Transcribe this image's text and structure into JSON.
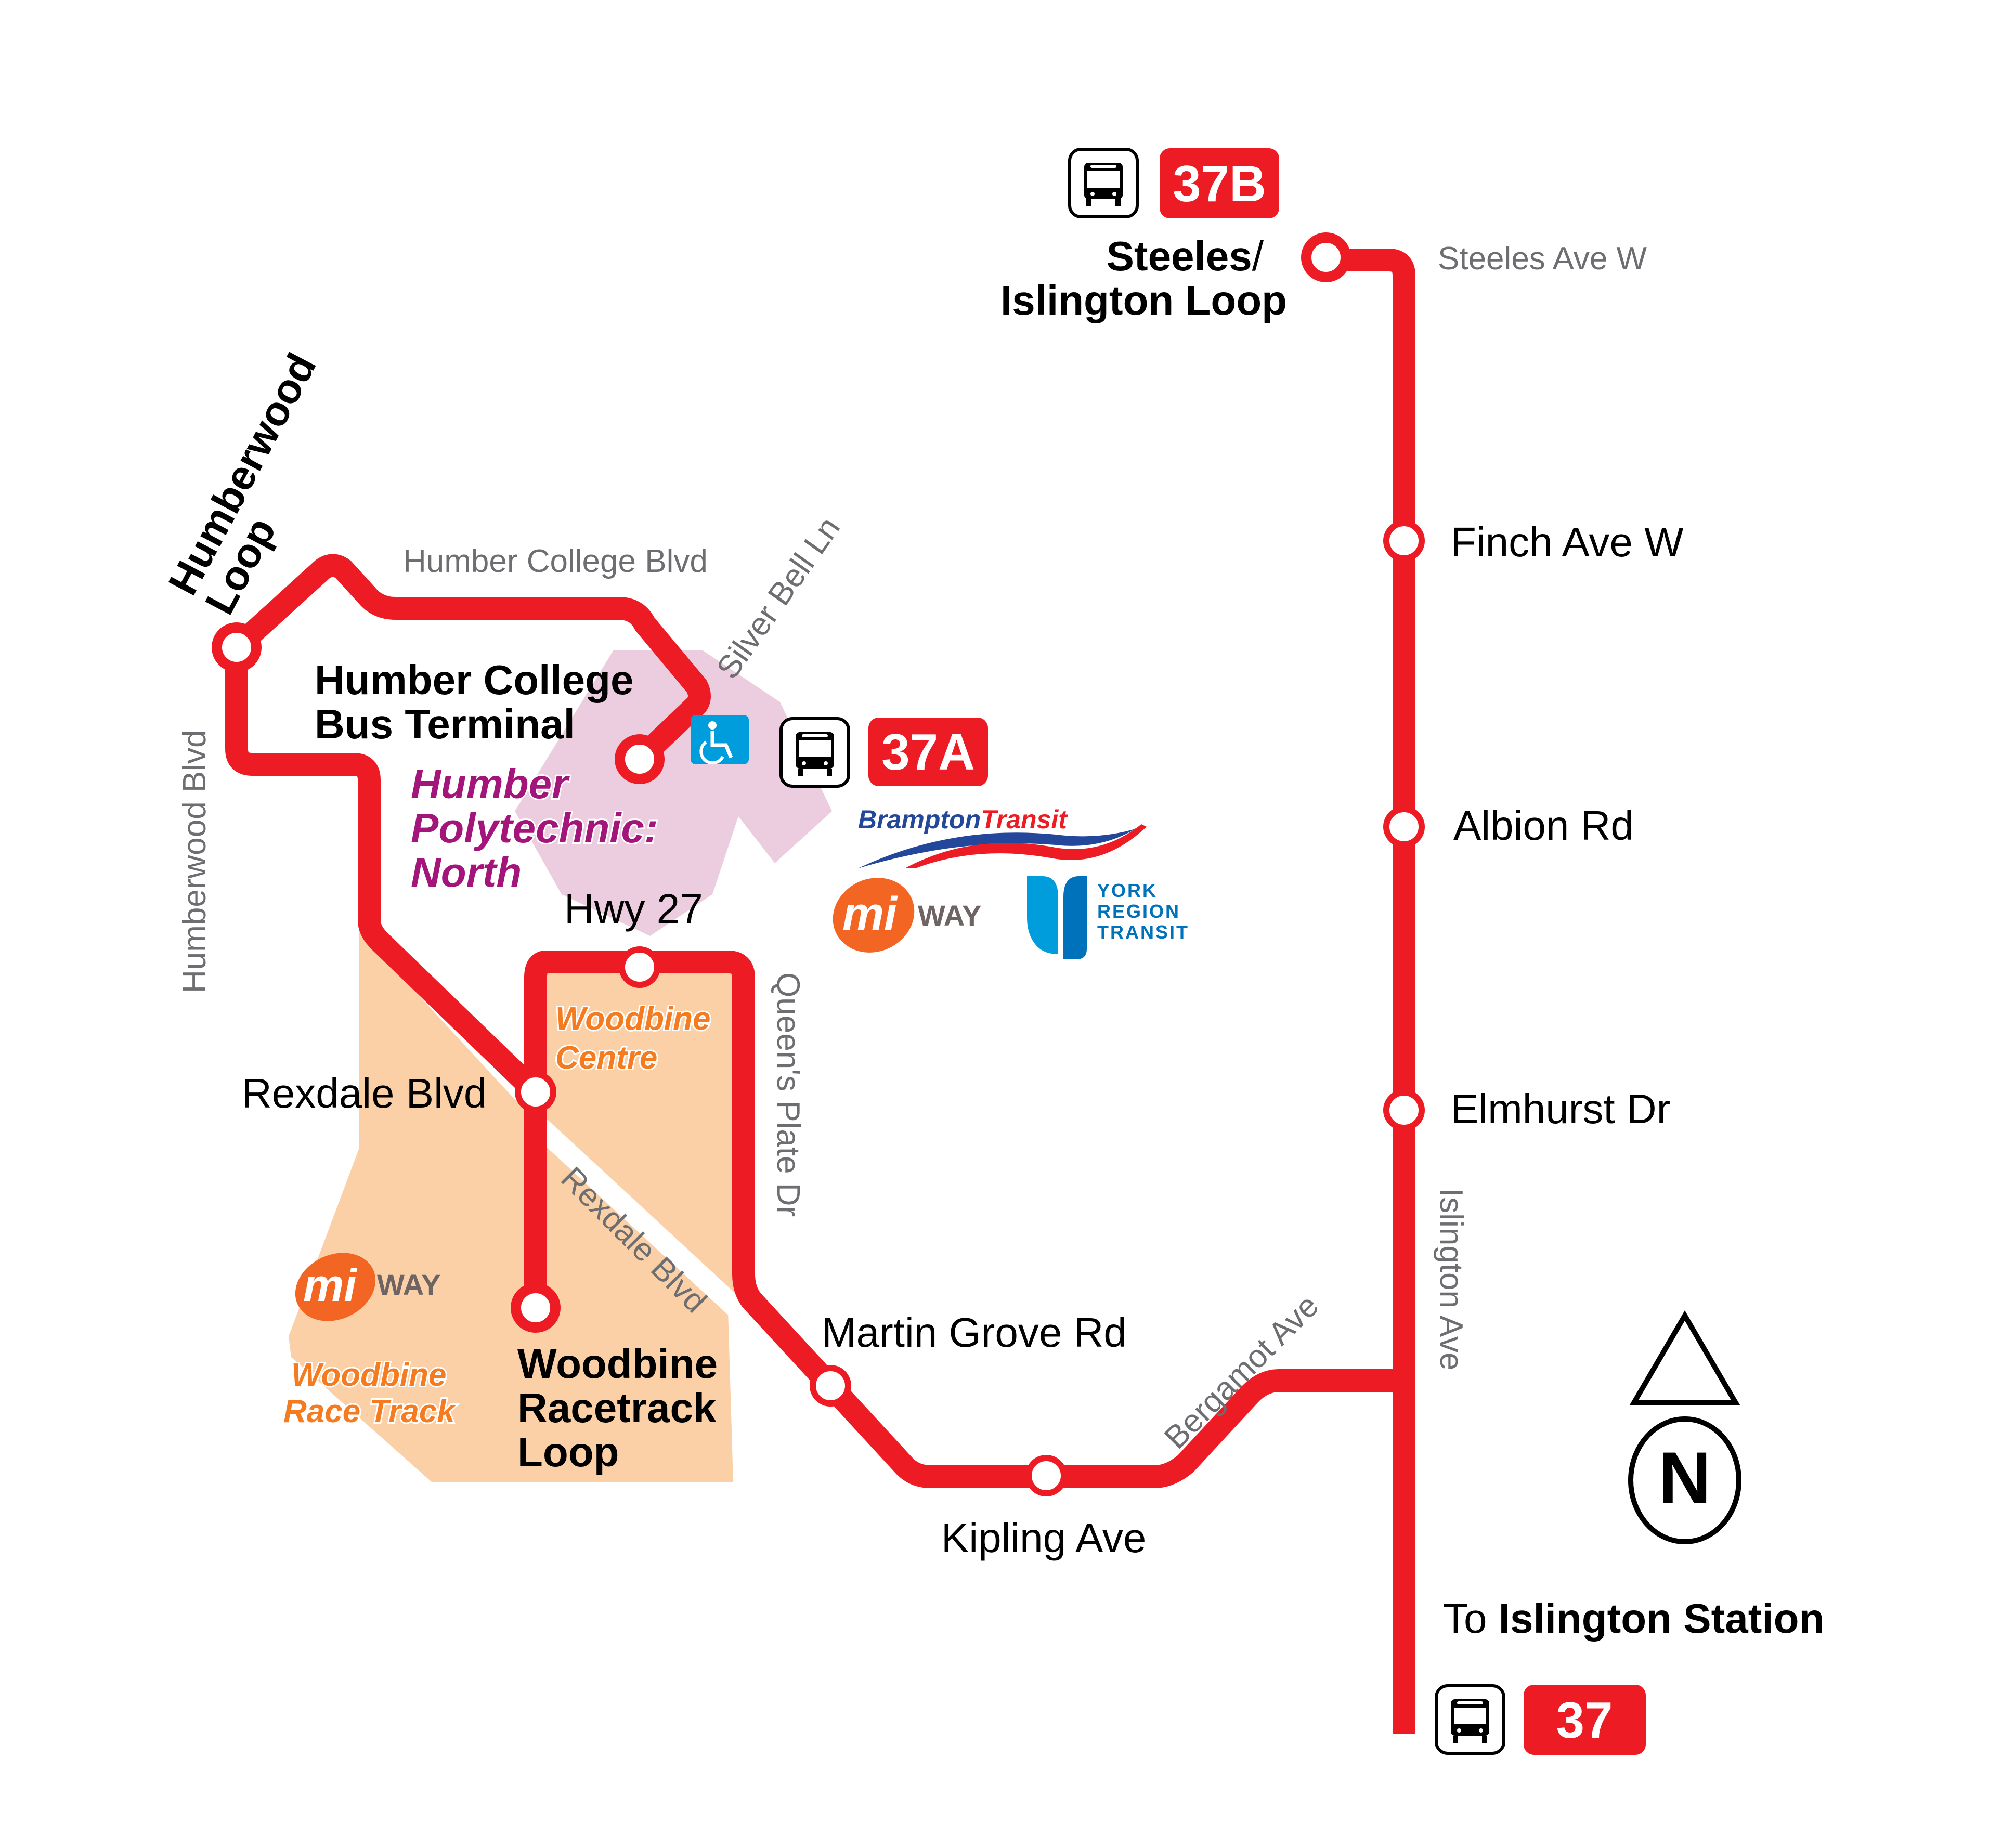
{
  "map": {
    "route_color": "#ed1c24",
    "terminals": {
      "steeles_islington": {
        "line1": "Steeles",
        "slash": "/",
        "line2": "Islington Loop",
        "route_badge": "37B"
      },
      "humberwood": {
        "line1": "Humberwood",
        "line2": "Loop"
      },
      "humber_college": {
        "line1": "Humber College",
        "line2": "Bus Terminal",
        "route_badge": "37A"
      },
      "woodbine_racetrack": {
        "line1": "Woodbine",
        "line2": "Racetrack",
        "line3": "Loop"
      },
      "islington_station": {
        "prefix": "To ",
        "name": "Islington Station",
        "route_badge": "37"
      }
    },
    "stops": [
      {
        "name": "Finch Ave W"
      },
      {
        "name": "Albion Rd"
      },
      {
        "name": "Elmhurst Dr"
      },
      {
        "name": "Hwy 27"
      },
      {
        "name": "Rexdale Blvd"
      },
      {
        "name": "Martin Grove Rd"
      },
      {
        "name": "Kipling Ave"
      }
    ],
    "streets": {
      "steeles": "Steeles Ave W",
      "humber_college_blvd": "Humber College Blvd",
      "silver_bell": "Silver Bell Ln",
      "humberwood_blvd": "Humberwood Blvd",
      "queens_plate": "Queen's Plate Dr",
      "rexdale": "Rexdale Blvd",
      "bergamot": "Bergamot Ave",
      "islington": "Islington Ave"
    },
    "areas": {
      "humber_polytechnic": {
        "line1": "Humber",
        "line2": "Polytechnic:",
        "line3": "North",
        "color": "#a3157a",
        "fill": "#ecccdf"
      },
      "woodbine_centre": {
        "line1": "Woodbine",
        "line2": "Centre",
        "color": "#f47b20"
      },
      "woodbine_race_track": {
        "line1": "Woodbine",
        "line2": "Race Track",
        "color": "#f47b20",
        "fill": "#fbd0a6"
      }
    },
    "connections": {
      "brampton": {
        "part1": "Brampton",
        "part2": "Transit"
      },
      "miway": {
        "mi": "mi",
        "way": "WAY"
      },
      "york": {
        "line1": "YORK",
        "line2": "REGION",
        "line3": "TRANSIT"
      }
    },
    "icons": {
      "bus": "bus-icon",
      "accessible": "wheelchair-accessible-icon",
      "north": "N"
    }
  }
}
